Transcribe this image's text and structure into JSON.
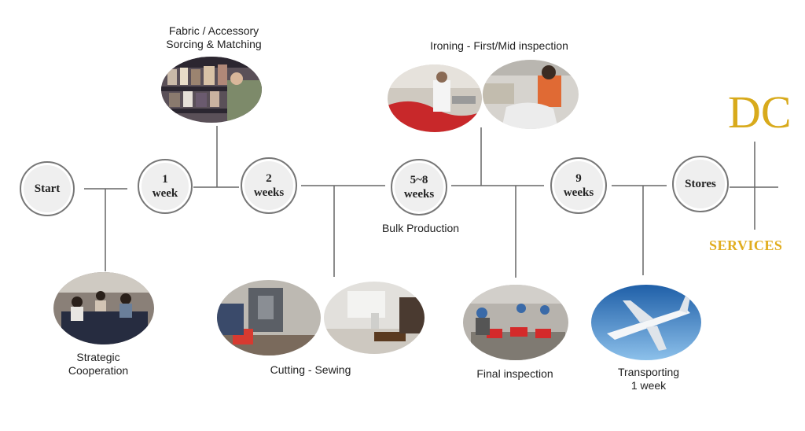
{
  "nodes": {
    "start": "Start",
    "week1_line1": "1",
    "week1_line2": "week",
    "week2_line1": "2",
    "week2_line2": "weeks",
    "week58_line1": "5~8",
    "week58_line2": "weeks",
    "week9_line1": "9",
    "week9_line2": "weeks",
    "stores": "Stores"
  },
  "labels": {
    "fabric_line1": "Fabric / Accessory",
    "fabric_line2": "Sorcing & Matching",
    "ironing": "Ironing - First/Mid inspection",
    "bulk": "Bulk Production",
    "strategic_line1": "Strategic",
    "strategic_line2": "Cooperation",
    "cutting": "Cutting - Sewing",
    "final": "Final inspection",
    "transport_line1": "Transporting",
    "transport_line2": "1 week"
  },
  "photos": {
    "fabric": "fabric-shelves-photo",
    "ironing1": "ironing-worker-photo",
    "ironing2": "inspection-worker-photo",
    "cooperation": "factory-workers-photo",
    "cutting": "cutting-machine-photo",
    "sewing": "sewing-machine-photo",
    "final": "final-inspection-photo",
    "transport": "airplane-photo"
  },
  "logo": {
    "letters": "DC",
    "tagline": "SERVICES",
    "color": "#d8aa1c"
  },
  "colors": {
    "line": "#666666",
    "node_fill": "#efefef",
    "node_border": "#777777"
  }
}
